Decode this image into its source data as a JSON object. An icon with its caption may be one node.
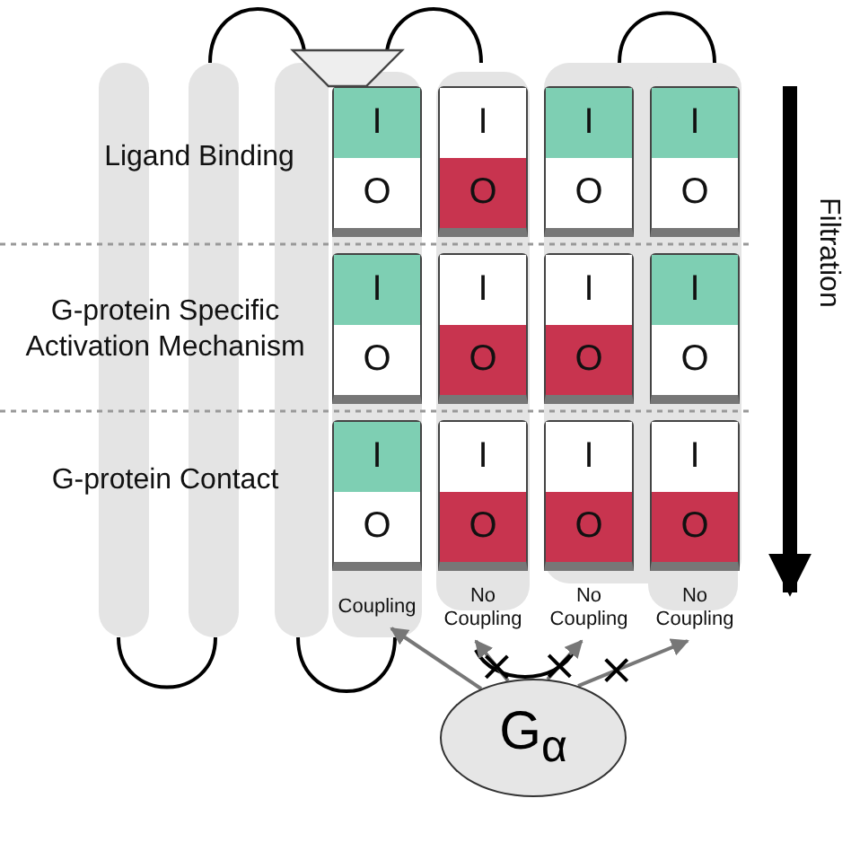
{
  "diagram": {
    "nodes": [
      {
        "text": [
          "I",
          "O"
        ]
      },
      {
        "text": [
          "I",
          "O"
        ]
      },
      {
        "text": [
          "I",
          "O"
        ]
      },
      {
        "text": [
          "I",
          "O"
        ]
      },
      {
        "text": [
          "I",
          "O"
        ]
      },
      {
        "text": [
          "I",
          "O"
        ]
      },
      {
        "text": [
          "I",
          "O"
        ]
      },
      {
        "text": [
          "I",
          "O"
        ]
      },
      {
        "text": [
          "I",
          "O"
        ]
      },
      {
        "text": [
          "I",
          "O"
        ]
      },
      {
        "text": [
          "I",
          "O"
        ]
      },
      {
        "text": [
          "I",
          "O"
        ]
      },
      {
        "text": [
          "Coupling"
        ]
      },
      {
        "text": [
          "No Coupling"
        ]
      },
      {
        "text": [
          "No Coupling"
        ]
      },
      {
        "text": [
          "No Coupling"
        ]
      },
      {
        "text": [
          "G$_{α}$"
        ]
      }
    ],
    "edges": [
      {
        "from": 16,
        "to": 12,
        "arrow": "to"
      },
      {
        "from": 16,
        "to": 13,
        "arrow": "to"
      },
      {
        "from": 16,
        "to": 14,
        "arrow": "to"
      },
      {
        "from": 16,
        "to": 15,
        "arrow": "to"
      }
    ],
    "labels": [
      "Ligand Binding",
      "G-protein Specific Activation Mechanism",
      "G-protein Contact",
      "Filtration"
    ]
  }
}
